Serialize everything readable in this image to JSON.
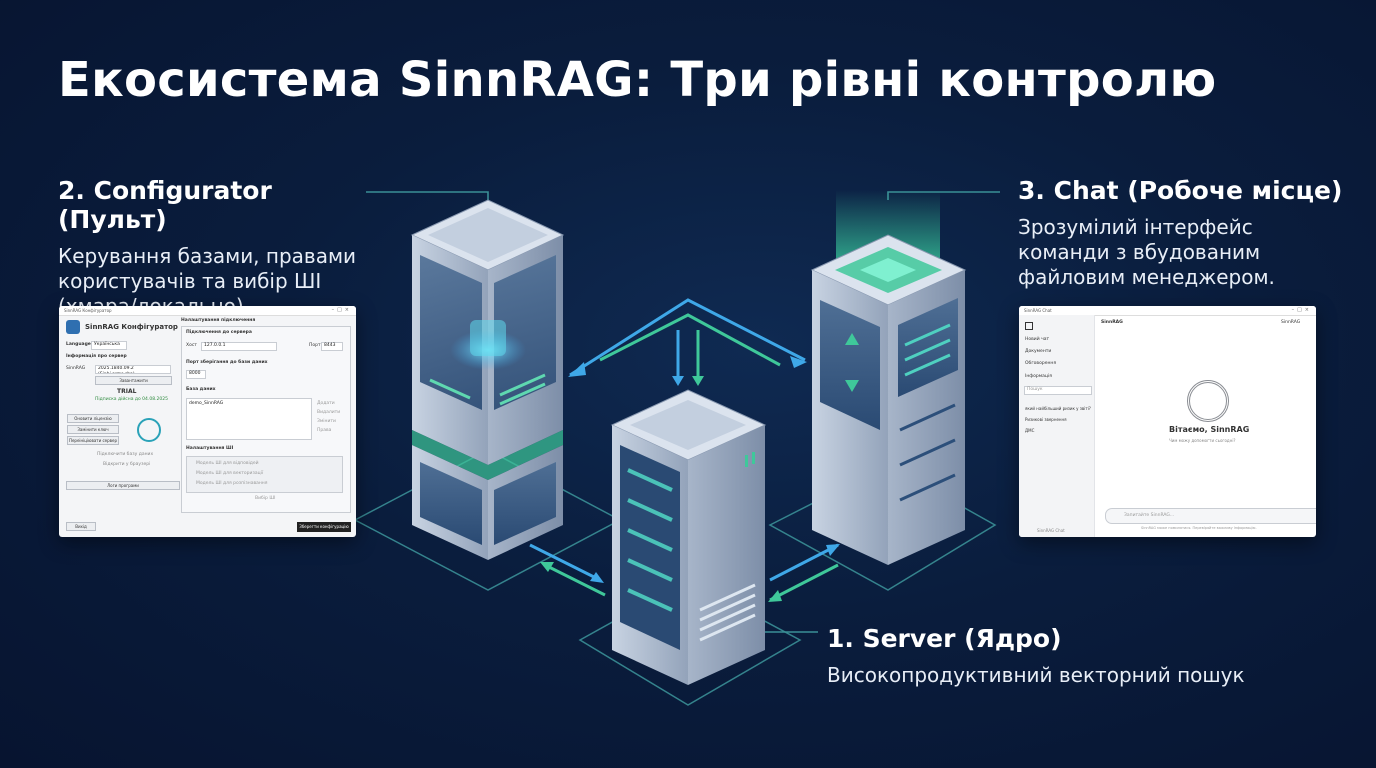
{
  "title": "Екосистема SinnRAG: Три рівні контролю",
  "configurator": {
    "heading": "2. Configurator (Пульт)",
    "description": "Керування базами, правами користувачів та вибір ШІ (хмара/локально).",
    "window_title": "SinnRAG Конфігуратор",
    "app_name": "SinnRAG Конфігуратор",
    "language_label": "Language",
    "language_value": "Українська",
    "info_heading": "Інформація про сервер",
    "version_label": "SinnRAG",
    "version_value": "2025.1840.09.2 (Sinhi.аrms.sba)",
    "download_button": "Завантажити",
    "status_value": "TRIAL",
    "trial_note": "Підписка дійсна до 04.08.2025",
    "left_buttons": [
      "Оновити ліцензію",
      "Замінити ключ",
      "Переініціювати сервер"
    ],
    "left_links": [
      "Підключити базу даних",
      "Відкрити у браузері"
    ],
    "logs_button": "Логи програми",
    "exit_button": "Вихід",
    "connection_heading": "Налаштування підключення",
    "connection_sub": "Підключення до сервера",
    "host_label": "Хост",
    "host_value": "127.0.0.1",
    "port_label": "Порт",
    "port_value": "8443",
    "storage_label": "Порт зберігання до бази даних",
    "storage_value": "8000",
    "db_heading": "База даних",
    "db_value": "demo_SinnRAG",
    "db_buttons": [
      "Додати",
      "Видалити",
      "Змінити",
      "Права"
    ],
    "ai_heading": "Налаштування ШІ",
    "ai_rows": [
      "Модель ШІ для відповідей",
      "Модель ШІ для векторизації",
      "Модель ШІ для розпізнавання"
    ],
    "ai_button": "Вибір ШІ",
    "save_button": "Зберегти конфігурацію"
  },
  "chat": {
    "heading": "3. Chat (Робоче місце)",
    "description": "Зрозумілий інтерфейс команди з вбудованим файловим менеджером.",
    "window_title": "SinnRAG Chat",
    "logo_text": "SinnRAG",
    "user_name": "SinnRAG",
    "nav_items": [
      "Новий чат",
      "Документи",
      "Обговорення",
      "Інформація"
    ],
    "search_placeholder": "Пошук",
    "history_items": [
      "який найбільший ризик у звіті?",
      "Ризикові звернення",
      "ДМС"
    ],
    "footer_note": "SinnRAG Chat",
    "welcome": "Вітаємо, SinnRAG",
    "welcome_sub": "Чим можу допомогти сьогодні?",
    "input_placeholder": "Запитайте SinnRAG...",
    "disclaimer": "SinnRAG може помилятися. Перевіряйте важливу інформацію."
  },
  "server": {
    "heading": "1. Server (Ядро)",
    "description": "Високопродуктивний векторний пошук"
  },
  "colors": {
    "background": "#0a1d3d",
    "arrow_blue": "#3fa8e8",
    "arrow_green": "#3fc89a",
    "outline": "#3a7f8c",
    "server_body": "#b9c5d6",
    "glow_green": "#3fe0a8"
  }
}
